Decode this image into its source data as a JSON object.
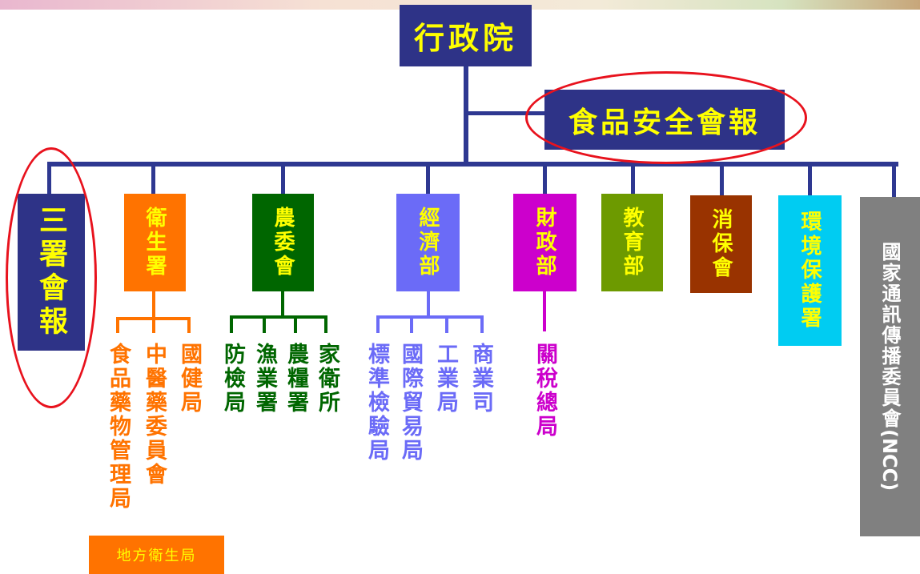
{
  "root": {
    "label": "行政院"
  },
  "council": {
    "label": "食品安全會報"
  },
  "branches": [
    {
      "key": "triple",
      "label": "三署會報"
    },
    {
      "key": "health",
      "label": "衛生署",
      "children": [
        "食品藥物管理局",
        "中醫藥委員會",
        "國健局"
      ]
    },
    {
      "key": "agri",
      "label": "農委會",
      "children": [
        "防檢局",
        "漁業署",
        "農糧署",
        "家衛所"
      ]
    },
    {
      "key": "econ",
      "label": "經濟部",
      "children": [
        "標準檢驗局",
        "國際貿易局",
        "工業局",
        "商業司"
      ]
    },
    {
      "key": "finance",
      "label": "財政部",
      "children": [
        "關稅總局"
      ]
    },
    {
      "key": "edu",
      "label": "教育部"
    },
    {
      "key": "consumer",
      "label": "消保會"
    },
    {
      "key": "env",
      "label": "環境保護署"
    },
    {
      "key": "ncc",
      "label": "國家通訊傳播委員會",
      "abbr": "(NCC)"
    }
  ],
  "local": {
    "label": "地方衛生局"
  },
  "colors": {
    "connector": "#2e3891",
    "navy": "#2e3387",
    "health": "#ff7300",
    "agri": "#006600",
    "econ": "#6b6bf7",
    "finance": "#cc00cc",
    "edu": "#6d9a00",
    "consumer": "#993300",
    "env": "#00ccf2",
    "ncc": "#808080",
    "label_yellow": "#ffff00",
    "highlight": "#e8121d"
  }
}
